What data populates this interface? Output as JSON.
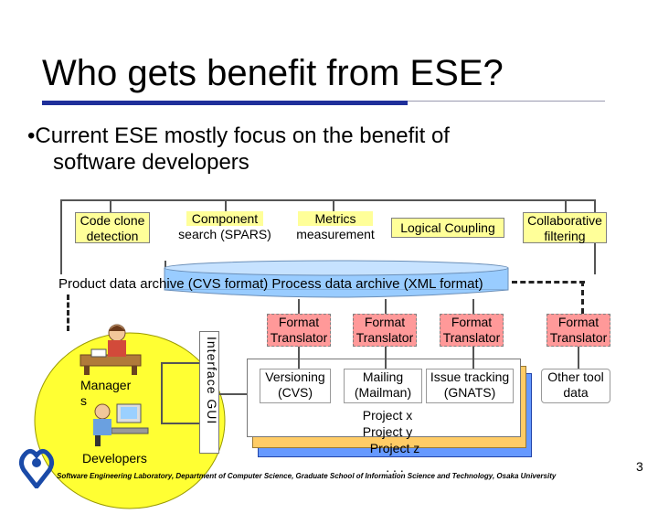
{
  "slide": {
    "title": "Who gets benefit from ESE?",
    "bullet_line1": "•Current ESE mostly focus on the benefit of",
    "bullet_line2": "software developers",
    "page_number": "3",
    "footer": "Software Engineering Laboratory, Department of Computer Science, Graduate School of Information Science and Technology, Osaka University"
  },
  "tools": {
    "code_clone": "Code clone\ndetection",
    "component": "Component\nsearch (SPARS)",
    "metrics": "Metrics\nmeasurement",
    "logical_coupling": "Logical Coupling",
    "collaborative": "Collaborative\nfiltering"
  },
  "archive": {
    "label": "Product data archive (CVS format) Process data archive (XML format)"
  },
  "translators": [
    "Format\nTranslator",
    "Format\nTranslator",
    "Format\nTranslator",
    "Format\nTranslator"
  ],
  "interface_label": "Interface GUI",
  "actors": {
    "managers": "Manager\ns",
    "developers": "Developers"
  },
  "repos": {
    "versioning": "Versioning\n(CVS)",
    "mailing": "Mailing\n(Mailman)",
    "issue": "Issue tracking\n(GNATS)",
    "other": "Other tool\ndata",
    "project_x": "Project x",
    "project_y": "Project y",
    "project_z": "Project z",
    "ellipsis": ". . ."
  },
  "colors": {
    "title_rule": "#1f2f9a",
    "tool_box": "#ffff99",
    "translator_box": "#ff9999",
    "archive": "#99ccff",
    "actor_circle": "#ffff33",
    "project_back": "#6699ff",
    "project_front": "#ffcc66",
    "logo": "#1a4aa8"
  }
}
